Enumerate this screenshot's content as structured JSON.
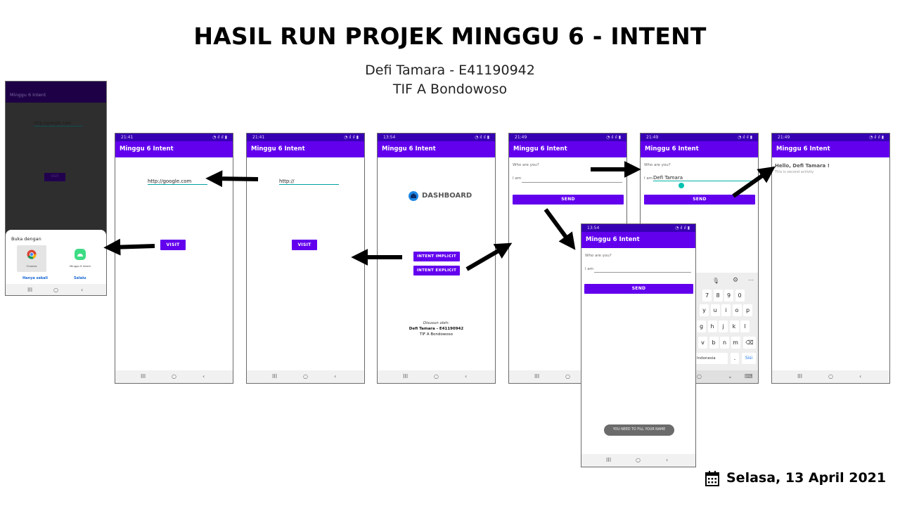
{
  "header": {
    "title": "HASIL RUN PROJEK MINGGU 6 - INTENT",
    "author": "Defi Tamara - E41190942",
    "class_name": "TIF A Bondowoso"
  },
  "app_title": "Minggu 6 Intent",
  "screens": {
    "chooser": {
      "url_text": "http://google.com",
      "visit_label": "VISIT",
      "sheet_title": "Buka dengan",
      "apps": [
        "Chrome",
        "Minggu 6 Intent"
      ],
      "once_label": "Hanya sekali",
      "always_label": "Selalu"
    },
    "implicit_filled": {
      "time": "21:41",
      "url_text": "http://google.com",
      "visit_label": "VISIT"
    },
    "implicit_empty": {
      "time": "21:41",
      "url_text": "http://",
      "visit_label": "VISIT"
    },
    "dashboard": {
      "time": "13:54",
      "heading": "DASHBOARD",
      "btn_implicit": "INTENT IMPLICIT",
      "btn_explicit": "INTENT EXPLICIT",
      "credit_label": "Disusun oleh:",
      "credit_name": "Defi Tamara - E41190942",
      "credit_class": "TIF A Bondowoso"
    },
    "explicit_empty": {
      "time": "21:49",
      "prompt": "Who are you?",
      "field_prefix": "I am",
      "send_label": "SEND"
    },
    "explicit_filled": {
      "time": "21:49",
      "prompt": "Who are you?",
      "field_prefix": "I am",
      "name_value": "Defi Tamara",
      "send_label": "SEND"
    },
    "second": {
      "time": "21:49",
      "greeting": "Hello, Defi Tamara !",
      "sub_text": "This is second activity"
    },
    "toast_screen": {
      "time": "13:54",
      "prompt": "Who are you?",
      "field_prefix": "I am",
      "send_label": "SEND",
      "toast": "YOU NEED TO FILL YOUR NAME"
    }
  },
  "keyboard": {
    "row1": [
      "7",
      "8",
      "9",
      "0"
    ],
    "row2": [
      "y",
      "u",
      "i",
      "o",
      "p"
    ],
    "row3": [
      "g",
      "h",
      "j",
      "k",
      "l"
    ],
    "row4": [
      "v",
      "b",
      "n",
      "m"
    ],
    "language_label": "Indonesia",
    "period_label": ".",
    "enter_label": "Sisi"
  },
  "footer": {
    "date": "Selasa, 13 April 2021",
    "calendar_icon": "calendar-icon"
  }
}
